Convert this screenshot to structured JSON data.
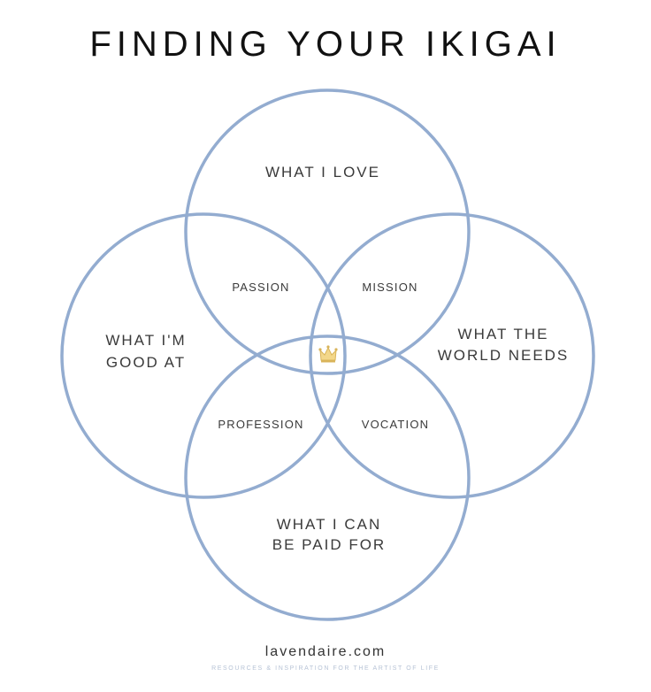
{
  "title": "FINDING YOUR IKIGAI",
  "colors": {
    "circle_stroke": "#93acd0",
    "text": "#3a3a3a",
    "icon_fill": "#f3d78a"
  },
  "circles": {
    "top": {
      "line1": "WHAT I LOVE",
      "line2": ""
    },
    "left": {
      "line1": "WHAT I'M",
      "line2": "GOOD AT"
    },
    "right": {
      "line1": "WHAT THE",
      "line2": "WORLD NEEDS"
    },
    "bottom": {
      "line1": "WHAT I CAN",
      "line2": "BE PAID FOR"
    }
  },
  "overlaps": {
    "passion": "PASSION",
    "mission": "MISSION",
    "profession": "PROFESSION",
    "vocation": "VOCATION"
  },
  "center_icon": "crown-icon",
  "footer": {
    "site": "lavendaire.com",
    "tagline": "RESOURCES & INSPIRATION FOR THE ARTIST OF LIFE"
  }
}
